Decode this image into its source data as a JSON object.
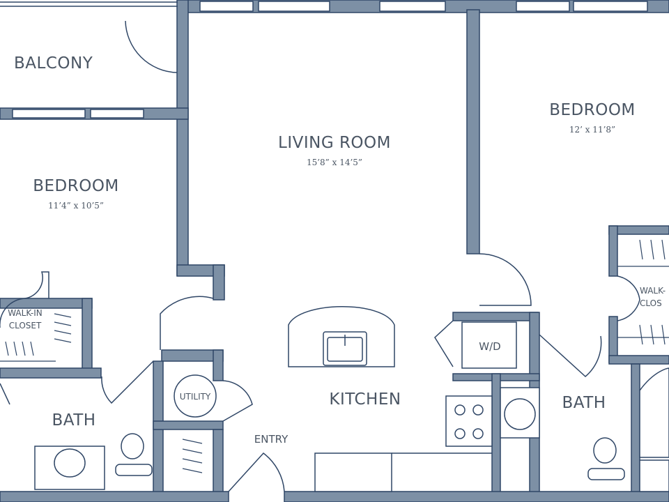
{
  "colors": {
    "wall": "#7d90a5",
    "line": "#2f4666",
    "text": "#4a5563",
    "background": "#ffffff"
  },
  "rooms": {
    "balcony": {
      "label": "BALCONY"
    },
    "living_room": {
      "label": "LIVING ROOM",
      "dimensions": "15’8” x 14’5”"
    },
    "bedroom_left": {
      "label": "BEDROOM",
      "dimensions": "11’4” x 10’5”"
    },
    "bedroom_right": {
      "label": "BEDROOM",
      "dimensions": "12’ x 11’8”"
    },
    "walk_in_closet_left": {
      "line1": "WALK-IN",
      "line2": "CLOSET"
    },
    "walk_in_closet_right": {
      "line1": "WALK-",
      "line2": "CLOS"
    },
    "bath_left": {
      "label": "BATH"
    },
    "bath_right": {
      "label": "BATH"
    },
    "utility": {
      "label": "UTILITY"
    },
    "washer_dryer": {
      "label": "W/D"
    },
    "kitchen": {
      "label": "KITCHEN"
    },
    "entry": {
      "label": "ENTRY"
    }
  }
}
